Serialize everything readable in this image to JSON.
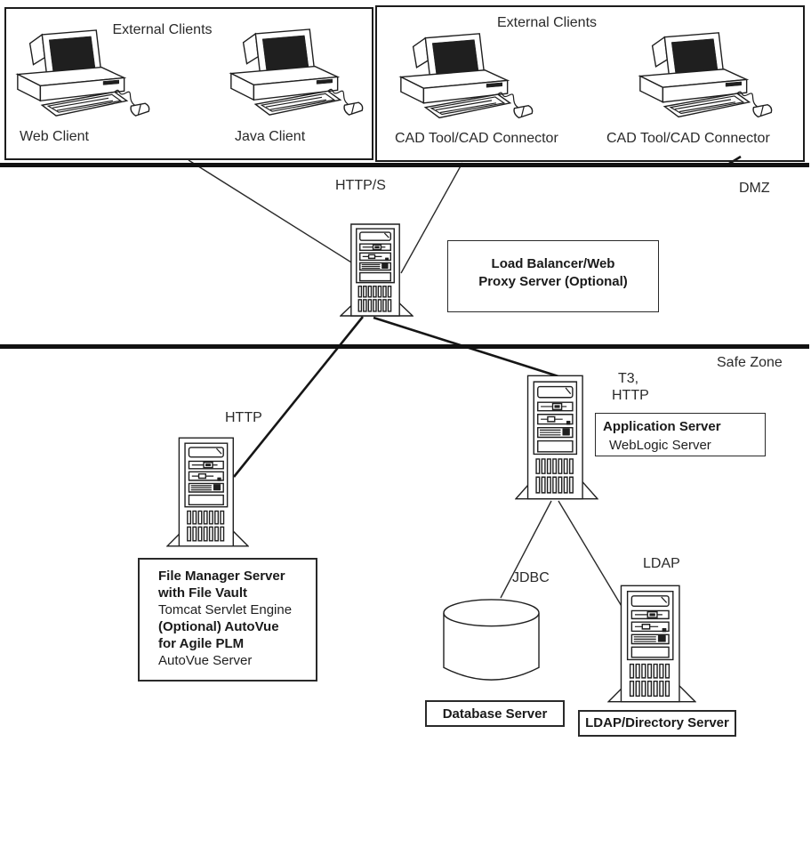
{
  "zones": {
    "dmz_label": "DMZ",
    "safe_label": "Safe Zone"
  },
  "client_groups": [
    {
      "title": "External Clients",
      "clients": [
        "Web Client",
        "Java Client"
      ]
    },
    {
      "title": "External Clients",
      "clients": [
        "CAD Tool/CAD Connector",
        "CAD Tool/CAD Connector"
      ]
    }
  ],
  "protocols": {
    "https": "HTTP/S",
    "http_file_manager": "HTTP",
    "t3_line1": "T3,",
    "t3_line2": "HTTP",
    "jdbc": "JDBC",
    "ldap": "LDAP"
  },
  "nodes": {
    "load_balancer": {
      "line1": "Load Balancer/Web",
      "line2": "Proxy Server (Optional)"
    },
    "app_server": {
      "title": "Application Server",
      "subtitle": "WebLogic Server"
    },
    "file_manager": {
      "line1": "File Manager Server",
      "line2": "with File Vault",
      "line3": "Tomcat Servlet Engine",
      "line4": "(Optional) AutoVue",
      "line5": "for Agile PLM",
      "line6": "AutoVue Server"
    },
    "database": {
      "label": "Database Server"
    },
    "ldap_server": {
      "label": "LDAP/Directory Server"
    }
  },
  "colors": {
    "ink": "#1f1f1f",
    "background": "#ffffff"
  }
}
